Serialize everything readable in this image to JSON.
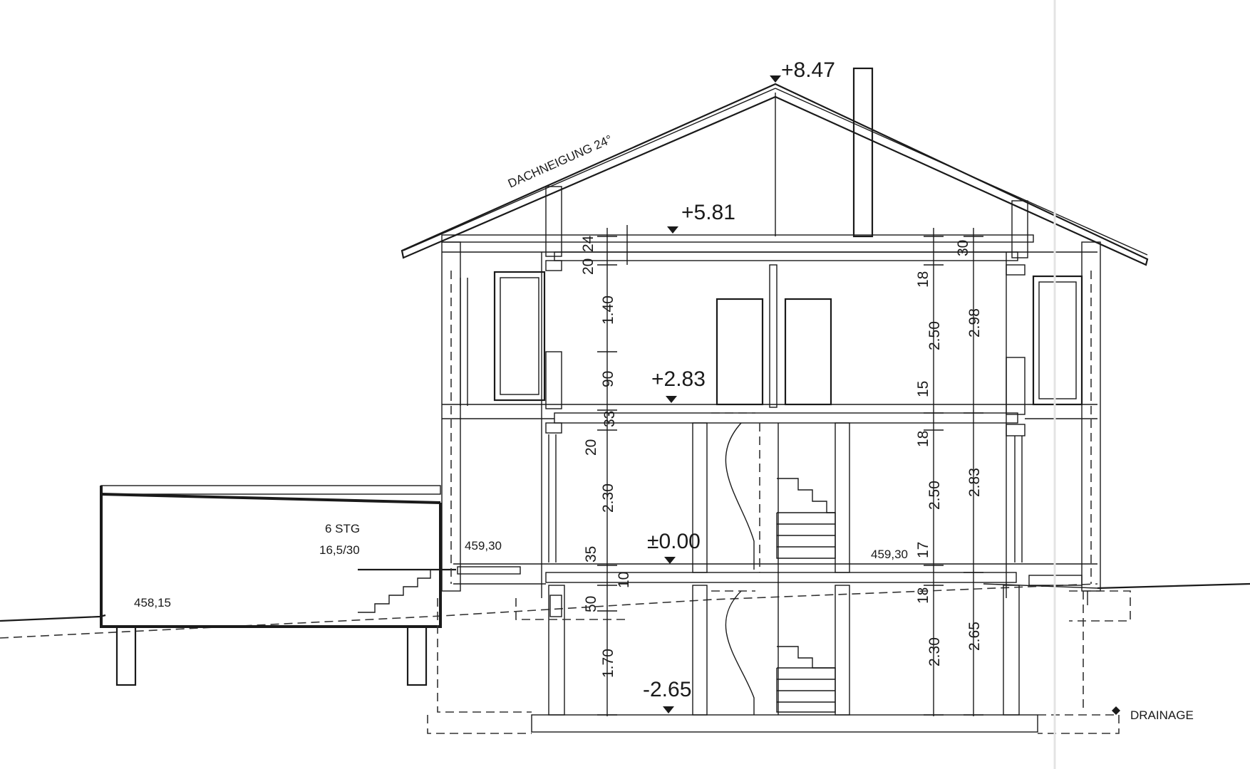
{
  "levels": {
    "ridge": "+8.47",
    "attic_floor": "+5.81",
    "upper_floor": "+2.83",
    "ground_floor": "±0.00",
    "basement": "-2.65"
  },
  "roof_pitch_label": "DACHNEIGUNG 24°",
  "stair_note": {
    "line1": "6 STG",
    "line2": "16,5/30"
  },
  "spot_heights": {
    "garage": "458,15",
    "entry_left": "459,30",
    "entry_right": "459,30"
  },
  "drainage_label": "DRAINAGE",
  "dims_left": [
    "24",
    "20",
    "1.40",
    "90",
    "33",
    "20",
    "2.30",
    "35",
    "10",
    "50",
    "1.70"
  ],
  "dims_right": [
    "30",
    "18",
    "2.50",
    "15",
    "18",
    "2.50",
    "17",
    "18",
    "2.30"
  ],
  "dims_right_totals": [
    "2.98",
    "2.83",
    "2.65"
  ],
  "colors": {
    "wall_cut_red": "#e98a98",
    "slab_blue": "#9b9fdc",
    "basement_green": "#93cf93",
    "line": "#1a1a1a"
  }
}
